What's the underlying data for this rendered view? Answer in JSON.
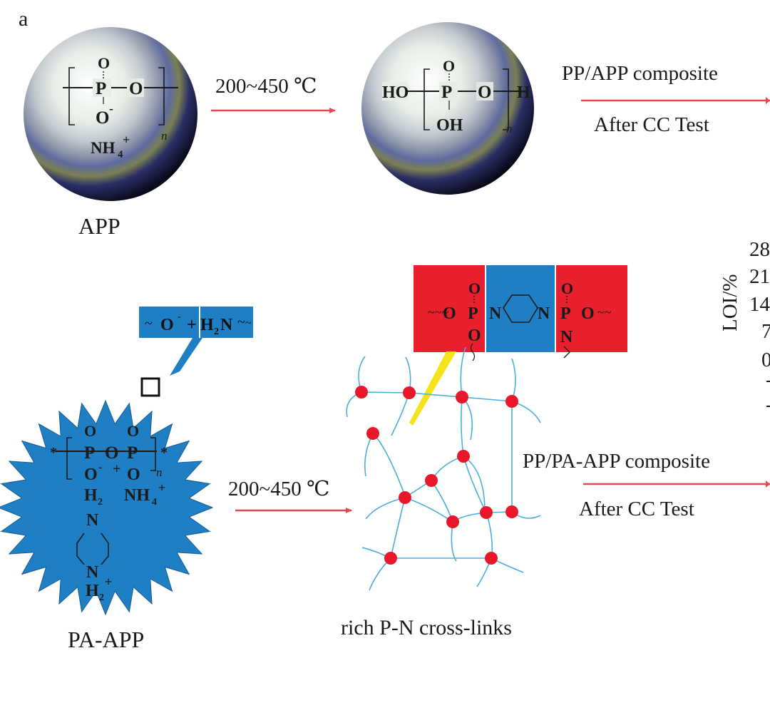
{
  "panel_label": "a",
  "top": {
    "particle_label": "APP",
    "app_formula": {
      "o_top": "O",
      "p": "P",
      "o_right": "O",
      "o_bottom": "O",
      "minus": "-",
      "n": "n",
      "ammonium": "NH",
      "sub4": "4",
      "plus": "+"
    },
    "arrow_temp": "200~450 ℃",
    "acid_formula": {
      "ho": "HO",
      "o_top": "O",
      "p": "P",
      "o_right": "O",
      "h": "H",
      "oh": "OH",
      "n": "n"
    },
    "composite_label": "PP/APP composite",
    "test_label": "After CC Test"
  },
  "bottom": {
    "particle_label": "PA-APP",
    "callout": {
      "o": "O",
      "h2n": "H",
      "sub2": "2",
      "n": "N"
    },
    "paapp_formula": {
      "star": "*",
      "o_top1": "O",
      "o_top2": "O",
      "p1": "P",
      "mid_o": "O",
      "p2": "P",
      "star_r": "*",
      "n": "n",
      "o_b1": "O",
      "o_b2": "O",
      "minus": "-",
      "plus": "+",
      "h2_top": "H",
      "sub2": "2",
      "ammonium": "NH",
      "sub4": "4",
      "n_top": "N",
      "n_bottom": "N",
      "h2_bottom": "H"
    },
    "arrow_temp": "200~450 ℃",
    "pn_unit": {
      "o_top1": "O",
      "p1": "P",
      "o_left": "O",
      "o_bottom": "O",
      "n1": "N",
      "n2": "N",
      "o_top2": "O",
      "p2": "P",
      "o_right": "O",
      "n_bottom": "N"
    },
    "network_label": "rich P-N cross-links",
    "composite_label": "PP/PA-APP composite",
    "test_label": "After CC Test"
  },
  "clipped_chart": {
    "ylabel": "LOI/%",
    "tick_fragments": [
      "28",
      "21",
      "14",
      "7",
      "0"
    ]
  },
  "colors": {
    "arrow": "#e8474f",
    "blue": "#1f7fc4",
    "red": "#e81f2c",
    "line": "#4aaee0",
    "node": "#e8182a",
    "dark": "#1a1a1a"
  }
}
